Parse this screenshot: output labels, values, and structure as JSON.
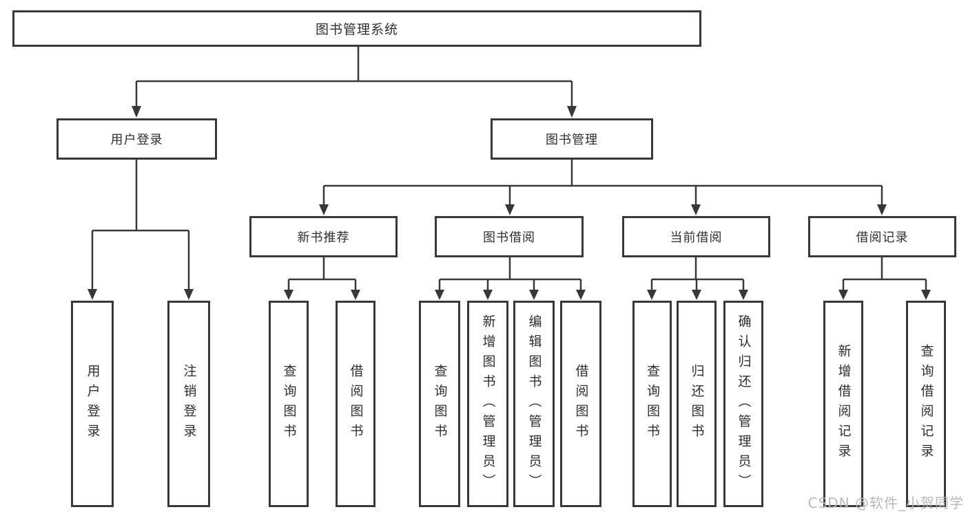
{
  "diagram": {
    "watermark": "CSDN @软件_小贺同学",
    "colors": {
      "line": "#383838",
      "text": "#2e2e2e",
      "box_fill": "#ffffff",
      "background": "#ffffff",
      "watermark": "#b5b5b5"
    },
    "nodes": {
      "root": {
        "label": "图书管理系统"
      },
      "level2": [
        {
          "label": "用户登录"
        },
        {
          "label": "图书管理"
        }
      ],
      "level3": [
        {
          "label": "新书推荐"
        },
        {
          "label": "图书借阅"
        },
        {
          "label": "当前借阅"
        },
        {
          "label": "借阅记录"
        }
      ],
      "leaves": {
        "login": [
          {
            "label": "用户登录"
          },
          {
            "label": "注销登录"
          }
        ],
        "new_books": [
          {
            "label": "查询图书"
          },
          {
            "label": "借阅图书"
          }
        ],
        "borrow": [
          {
            "label": "查询图书"
          },
          {
            "label": "新增图书（管理员）"
          },
          {
            "label": "编辑图书（管理员）"
          },
          {
            "label": "借阅图书"
          }
        ],
        "current": [
          {
            "label": "查询图书"
          },
          {
            "label": "归还图书"
          },
          {
            "label": "确认归还（管理员）"
          }
        ],
        "records": [
          {
            "label": "新增借阅记录"
          },
          {
            "label": "查询借阅记录"
          }
        ]
      }
    }
  }
}
